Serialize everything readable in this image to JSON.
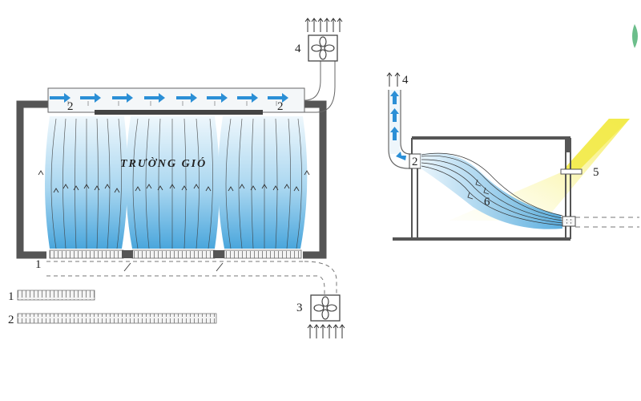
{
  "left_diagram": {
    "field_label": "TRƯỜNG GIÓ",
    "labels": {
      "n1": "1",
      "n2a": "2",
      "n2b": "2",
      "n3": "3",
      "n4": "4"
    }
  },
  "legend": [
    {
      "label": "1"
    },
    {
      "label": "2"
    }
  ],
  "right_diagram": {
    "labels": {
      "n2": "2",
      "n4": "4",
      "n5": "5",
      "n6": "6"
    }
  },
  "colors": {
    "frame": "#555555",
    "air_top": "#e6f3fb",
    "air_bottom": "#5fb0e0",
    "arrow": "#2b8fd6",
    "sun": "#f2ea4a"
  }
}
